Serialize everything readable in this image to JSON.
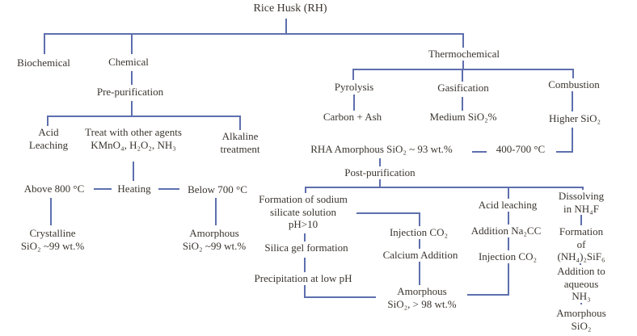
{
  "diagram_title": "Rice husk processing routes flowchart",
  "colors": {
    "line": "#5e6fae",
    "text": "#3a352e",
    "background": "#ffffff"
  },
  "nodes": {
    "rice_husk": "Rice  Husk (RH)",
    "biochemical": "Biochemical",
    "chemical": "Chemical",
    "pre_purification": "Pre-purification",
    "acid_leaching": "Acid\nLeaching",
    "treat_agents": "Treat with other agents\nKMnO₄, H₂O₂, NH₃",
    "alkaline_treatment": "Alkaline\ntreatment",
    "above_800": "Above 800 °C",
    "heating": "Heating",
    "below_700": "Below 700 °C",
    "crystalline_sio2": "Crystalline\nSiO₂ ~99 wt.%",
    "amorphous_sio2_99": "Amorphous\nSiO₂ ~99 wt.%",
    "thermochemical": "Thermochemical",
    "pyrolysis": "Pyrolysis",
    "gasification": "Gasification",
    "combustion": "Combustion",
    "carbon_ash": "Carbon + Ash",
    "medium_sio2": "Medium SiO₂%",
    "higher_sio2": "Higher SiO₂",
    "rha_amorphous": "RHA Amorphous SiO₂ ~ 93 wt.%",
    "temp_range": "400-700 °C",
    "post_purification": "Post-purification",
    "formation_sodium_silicate": "Formation of sodium\nsilicate solution\npH>10",
    "silica_gel_formation": "Silica gel formation",
    "precipitation_low_ph": "Precipitation at low pH",
    "injection_co2_first": "Injection CO₂",
    "calcium_addition": "Calcium Addition",
    "acid_leaching_post": "Acid leaching",
    "addition_na2cc": "Addition Na₂CC",
    "injection_co2_second": "Injection CO₂",
    "amorphous_sio2_98": "Amorphous\nSiO₂, > 98 wt.%",
    "dissolving_nh4f": "Dissolving\nin NH₄F",
    "formation_nh42sif6": "Formation of\n(NH₄)₂SiF₆",
    "addition_aqueous_nh3": "Addition to\naqueous NH₃",
    "amorphous_sio2_final": "Amorphous SiO₂"
  }
}
